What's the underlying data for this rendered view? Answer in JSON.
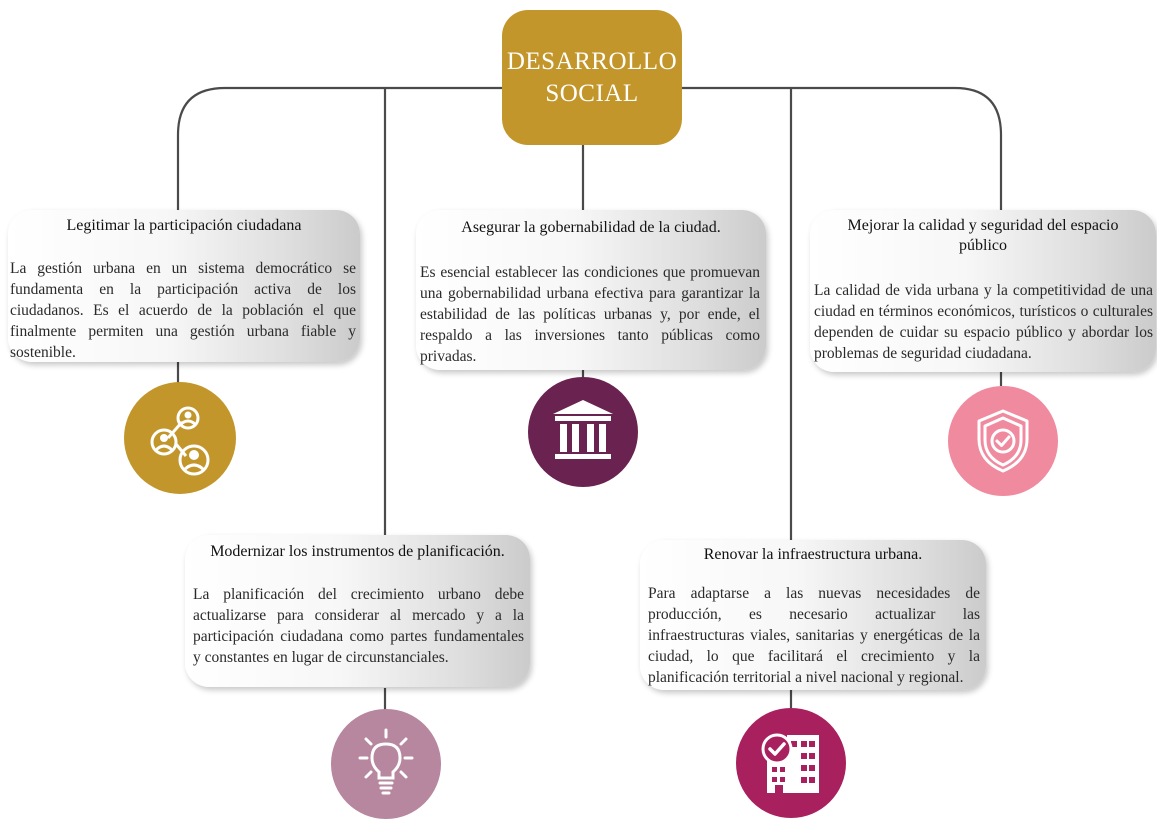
{
  "center": {
    "title": "DESARROLLO\nSOCIAL",
    "color": "#c3962b"
  },
  "cards": [
    {
      "id": "legitimar",
      "title": "Legitimar la participación ciudadana",
      "body": "La gestión urbana en un sistema democrático se fundamenta en la participación activa de los ciudadanos. Es el acuerdo de la población el que finalmente permiten una gestión urbana fiable y sostenible.",
      "icon": "people-network-icon",
      "icon_color": "#c3962b"
    },
    {
      "id": "gobernabilidad",
      "title": "Asegurar la gobernabilidad de la ciudad.",
      "body": "Es esencial establecer las condiciones que promuevan una gobernabilidad urbana efectiva para garantizar la estabilidad de las políticas urbanas y, por ende, el respaldo a las inversiones tanto públicas como privadas.",
      "icon": "government-building-icon",
      "icon_color": "#6a2350"
    },
    {
      "id": "espacio",
      "title": "Mejorar la calidad y seguridad del espacio público",
      "body": "La calidad de vida urbana y la competitividad de una ciudad en términos económicos, turísticos o culturales dependen de cuidar su espacio público y abordar los problemas de seguridad ciudadana.",
      "icon": "shield-check-icon",
      "icon_color": "#f08a9f"
    },
    {
      "id": "planificacion",
      "title": "Modernizar los instrumentos de planificación.",
      "body": "La planificación del crecimiento urbano debe actualizarse para considerar al mercado y a la participación ciudadana como partes fundamentales y constantes en lugar de circunstanciales.",
      "icon": "lightbulb-icon",
      "icon_color": "#b7869f"
    },
    {
      "id": "infraestructura",
      "title": "Renovar la infraestructura urbana.",
      "body": "Para adaptarse a las nuevas necesidades de producción, es necesario actualizar las infraestructuras viales, sanitarias y energéticas de la ciudad, lo que facilitará el crecimiento y la planificación territorial a nivel nacional y regional.",
      "icon": "building-check-icon",
      "icon_color": "#a9205f"
    }
  ]
}
